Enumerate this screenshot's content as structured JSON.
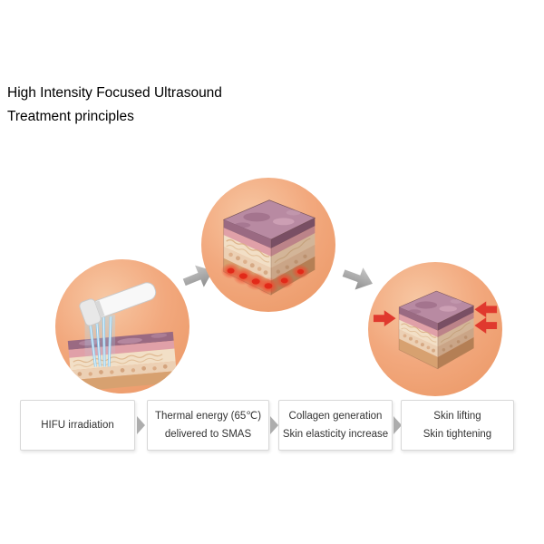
{
  "title": {
    "line1": "High Intensity Focused Ultrasound",
    "line2": "Treatment principles"
  },
  "illustrations": {
    "step1_icon": "hifu-handpiece-beaming-into-skin",
    "step2_icon": "skin-cube-heated-at-smas-layer",
    "step3_icon": "skin-cube-tightening-inward-arrows"
  },
  "flow": {
    "steps": [
      {
        "lines": [
          "HIFU irradiation"
        ]
      },
      {
        "lines": [
          "Thermal energy (65℃)",
          "delivered to SMAS"
        ]
      },
      {
        "lines": [
          "Collagen generation",
          "Skin elasticity increase"
        ]
      },
      {
        "lines": [
          "Skin lifting",
          "Skin tightening"
        ]
      }
    ]
  },
  "colors": {
    "circle_bg": "#f2a87d",
    "arrow_gray": "#a9a9a9",
    "heat_red": "#e03a2e",
    "beam_blue": "#8ecdf0",
    "box_border": "#d8d8d8",
    "text": "#333333"
  }
}
